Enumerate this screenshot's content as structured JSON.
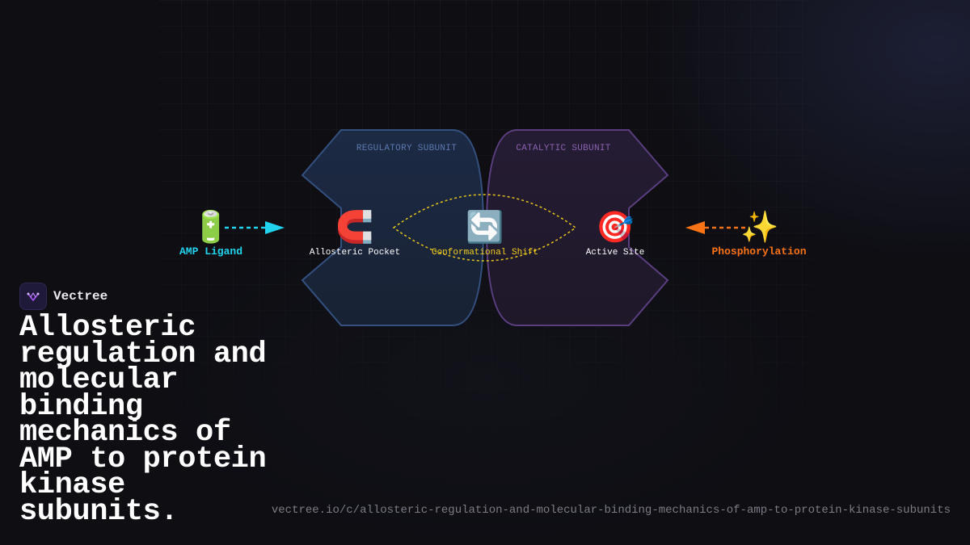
{
  "diagram": {
    "regulatory_subunit": {
      "title": "REGULATORY SUBUNIT",
      "color": "#5b78b0"
    },
    "catalytic_subunit": {
      "title": "CATALYTIC SUBUNIT",
      "color": "#8a62b0"
    },
    "nodes": {
      "amp_ligand": {
        "icon": "battery-icon",
        "glyph": "🔋",
        "label": "AMP Ligand",
        "color": "#22d3ee"
      },
      "allosteric_pocket": {
        "icon": "magnet-icon",
        "glyph": "🧲",
        "label": "Allosteric Pocket",
        "color": "#ffffff"
      },
      "conformational_shift": {
        "icon": "refresh-icon",
        "glyph": "🔄",
        "label": "Conformational Shift",
        "color": "#f5d020"
      },
      "active_site": {
        "icon": "target-icon",
        "glyph": "🎯",
        "label": "Active Site",
        "color": "#ffffff"
      },
      "phosphorylation": {
        "icon": "sparkles-icon",
        "glyph": "✨",
        "label": "Phosphorylation",
        "color": "#f97316"
      }
    }
  },
  "brand": {
    "name": "Vectree",
    "logo_icon": "vectree-logo-icon"
  },
  "title": "Allosteric regulation and molecular binding mechanics of AMP to protein kinase subunits.",
  "url": "vectree.io/c/allosteric-regulation-and-molecular-binding-mechanics-of-amp-to-protein-kinase-subunits"
}
